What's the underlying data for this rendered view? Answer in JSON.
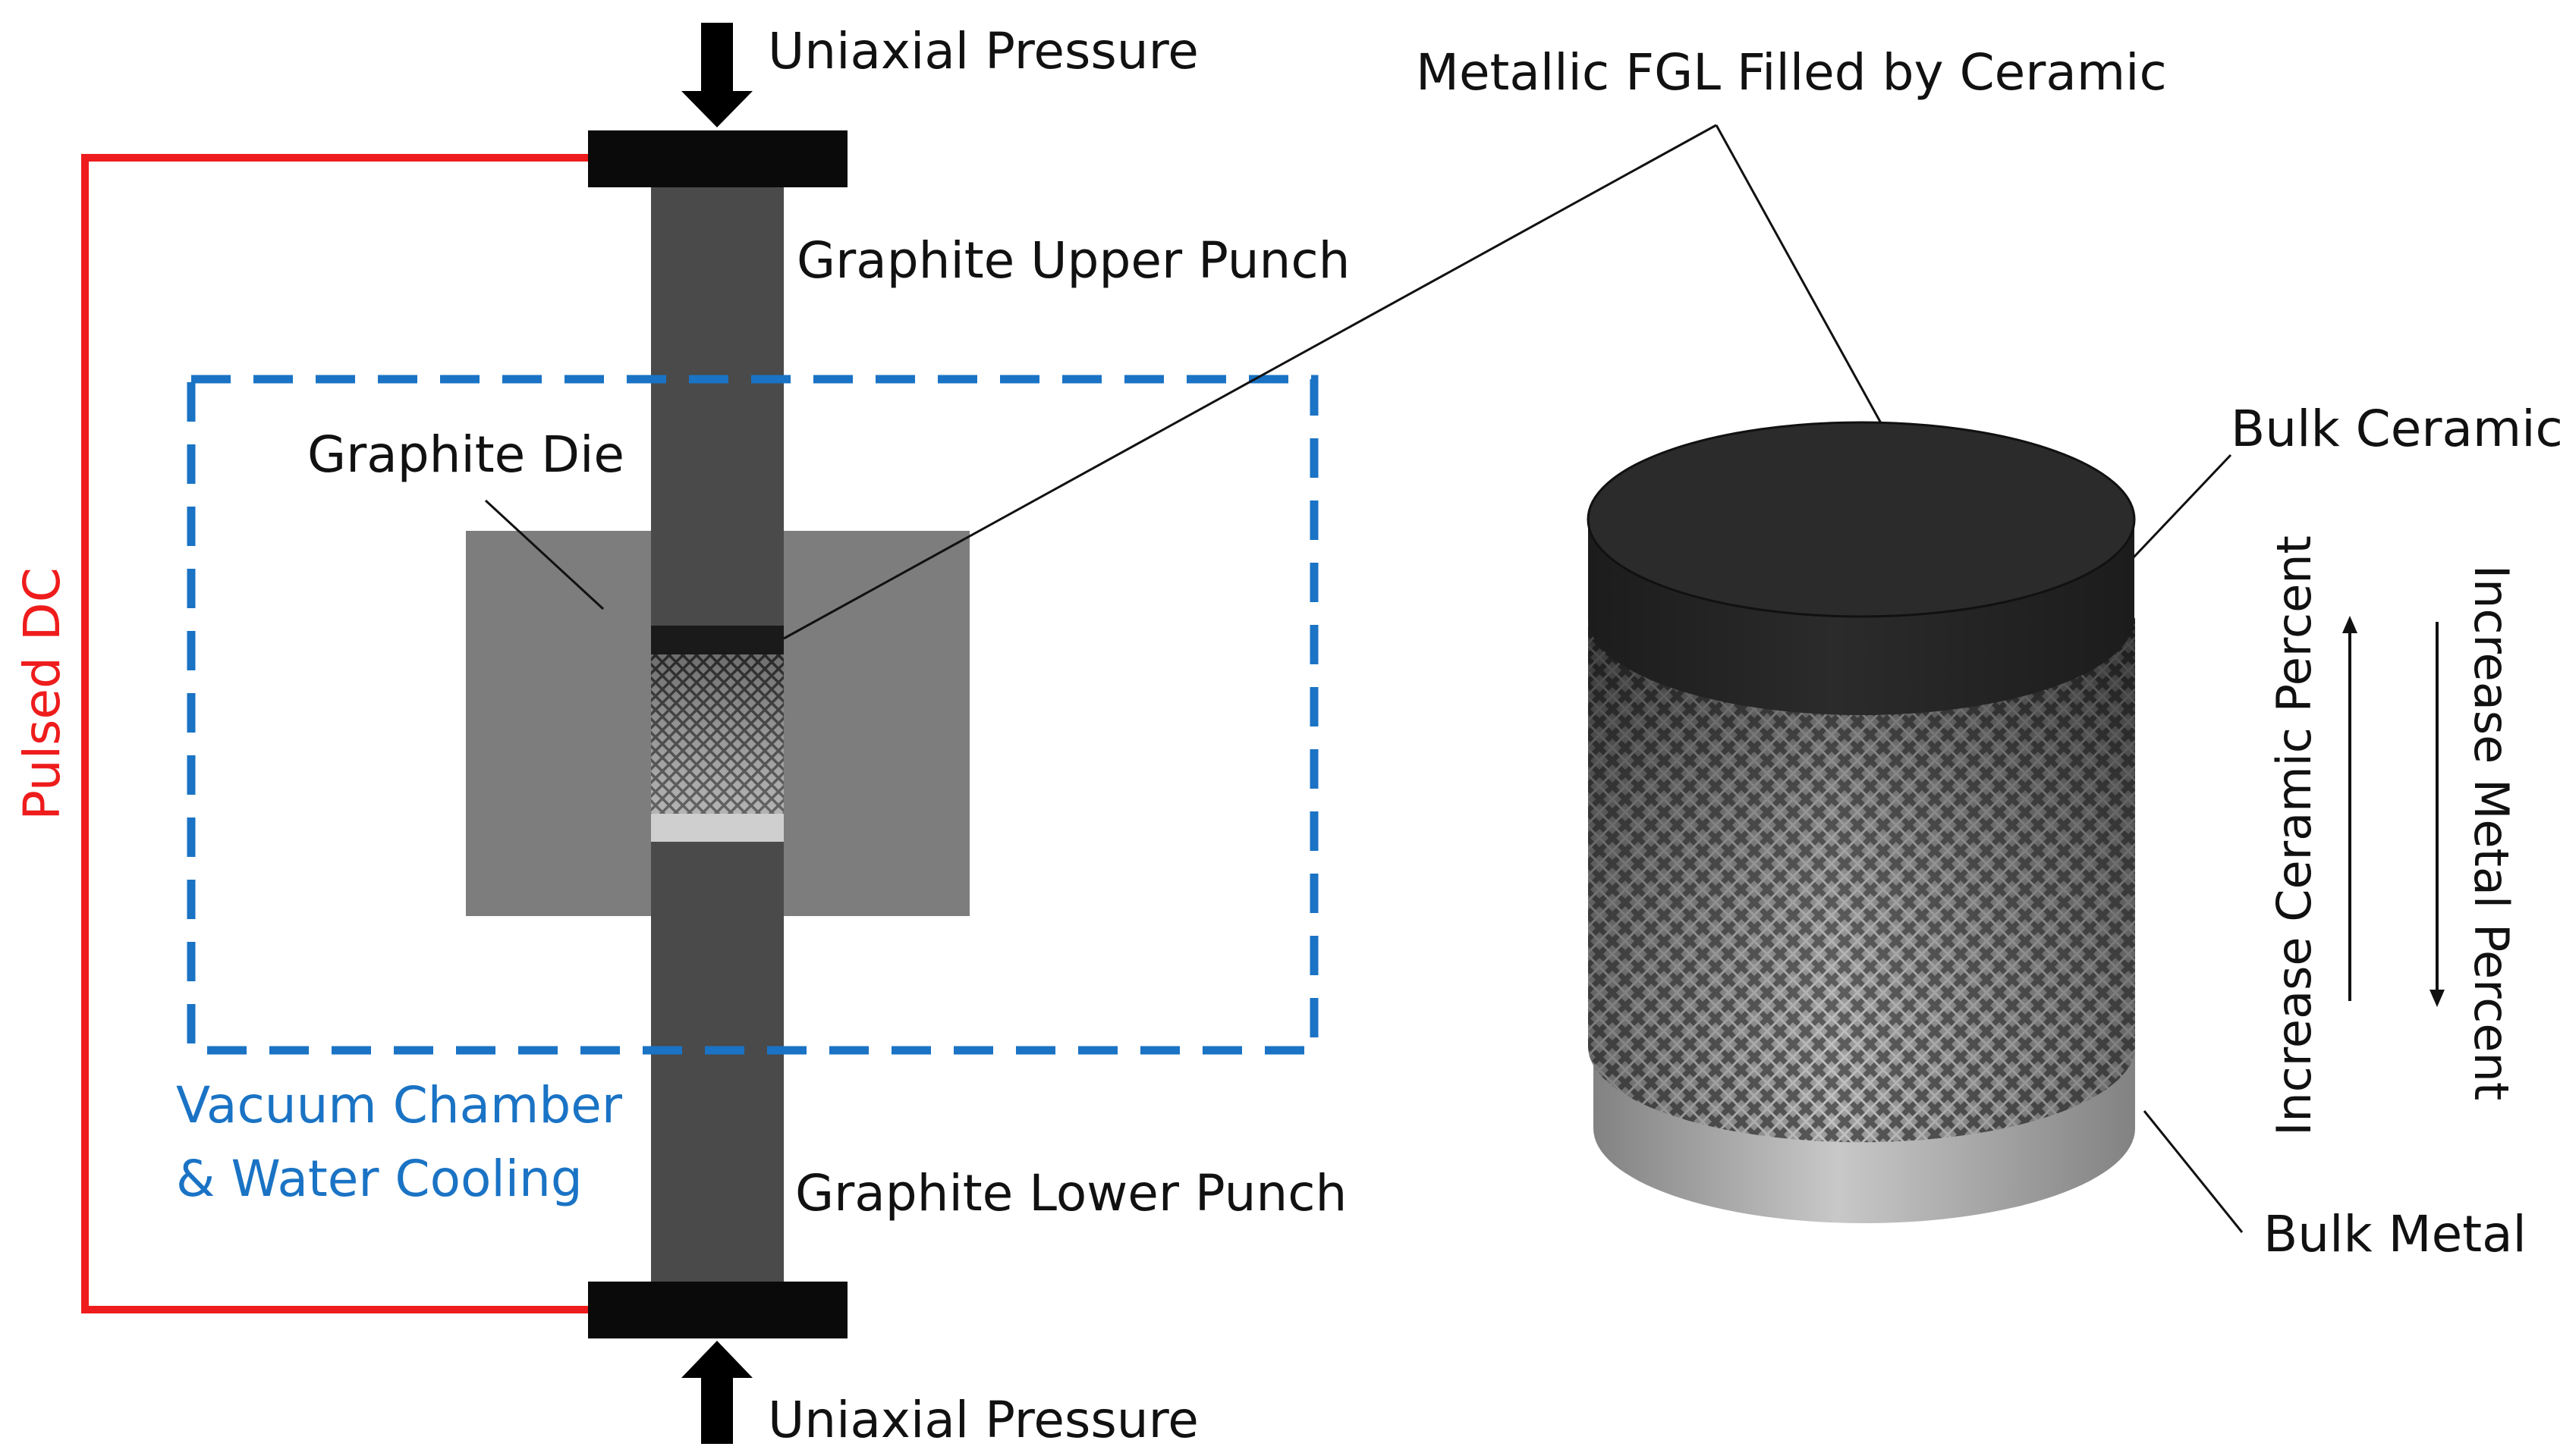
{
  "labels": {
    "uniaxial_top": "Uniaxial Pressure",
    "uniaxial_bottom": "Uniaxial Pressure",
    "upper_punch": "Graphite Upper Punch",
    "lower_punch": "Graphite Lower Punch",
    "die": "Graphite Die",
    "pulsed_dc": "Pulsed DC",
    "vacuum_line1": "Vacuum Chamber",
    "vacuum_line2": "& Water Cooling",
    "metallic_fgl": "Metallic FGL Filled by Ceramic",
    "bulk_ceramic": "Bulk Ceramic",
    "bulk_metal": "Bulk Metal",
    "increase_ceramic": "Increase Ceramic Percent",
    "increase_metal": "Increase Metal Percent"
  },
  "colors": {
    "circuit": "#ee1c1c",
    "chamber": "#1a73c4",
    "plate": "#0a0a0a",
    "punch": "#4a4a4a",
    "die": "#7d7d7d",
    "ceramic_top": "#2b2b2b",
    "metal_bottom": "#c8c8c8"
  }
}
